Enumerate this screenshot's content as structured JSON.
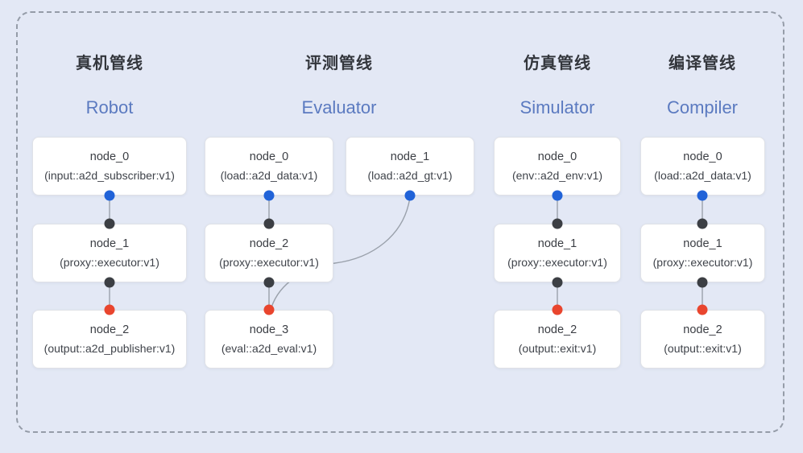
{
  "diagram": {
    "pipelines": [
      {
        "title_zh": "真机管线",
        "title_en": "Robot",
        "nodes": [
          {
            "name": "node_0",
            "type": "(input::a2d_subscriber:v1)"
          },
          {
            "name": "node_1",
            "type": "(proxy::executor:v1)"
          },
          {
            "name": "node_2",
            "type": "(output::a2d_publisher:v1)"
          }
        ]
      },
      {
        "title_zh": "评测管线",
        "title_en": "Evaluator",
        "nodes": [
          {
            "name": "node_0",
            "type": "(load::a2d_data:v1)"
          },
          {
            "name": "node_1",
            "type": "(load::a2d_gt:v1)"
          },
          {
            "name": "node_2",
            "type": "(proxy::executor:v1)"
          },
          {
            "name": "node_3",
            "type": "(eval::a2d_eval:v1)"
          }
        ]
      },
      {
        "title_zh": "仿真管线",
        "title_en": "Simulator",
        "nodes": [
          {
            "name": "node_0",
            "type": "(env::a2d_env:v1)"
          },
          {
            "name": "node_1",
            "type": "(proxy::executor:v1)"
          },
          {
            "name": "node_2",
            "type": "(output::exit:v1)"
          }
        ]
      },
      {
        "title_zh": "编译管线",
        "title_en": "Compiler",
        "nodes": [
          {
            "name": "node_0",
            "type": "(load::a2d_data:v1)"
          },
          {
            "name": "node_1",
            "type": "(proxy::executor:v1)"
          },
          {
            "name": "node_2",
            "type": "(output::exit:v1)"
          }
        ]
      }
    ],
    "colors": {
      "blue_port_dot": "#2163d8",
      "dark_port_dot": "#3c3f44",
      "red_port_dot": "#e9452e",
      "connector_line": "#9aa1ab",
      "title_en_text": "#5b7ac0",
      "title_zh_text": "#33363c",
      "background": "#e3e8f5"
    }
  }
}
